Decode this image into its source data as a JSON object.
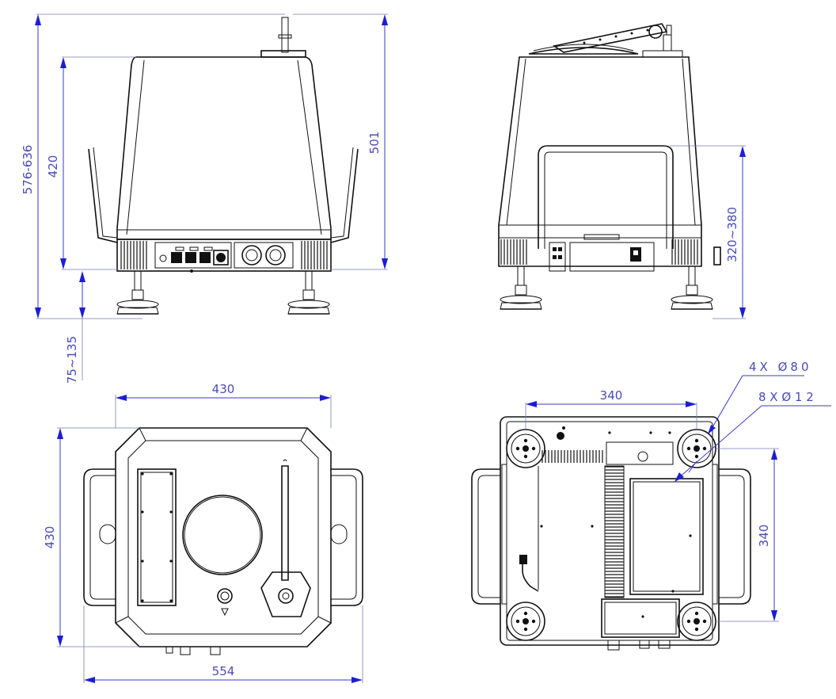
{
  "dimensions": {
    "front_total_height": "576-636",
    "front_body_height": "420",
    "front_right_height": "501",
    "foot_adjust": "75~135",
    "side_handle_height": "320~380",
    "top_width": "430",
    "top_depth": "430",
    "top_overall_width": "554",
    "bottom_hole_spacing_x": "340",
    "bottom_hole_spacing_y": "340",
    "pad_callout": "4X  Ø80",
    "hole_callout": "8 X Ø 1 2"
  },
  "colors": {
    "dimension_text": "#4a4ab8",
    "dimension_arrow": "#1d1dd4",
    "linework": "#111111"
  }
}
